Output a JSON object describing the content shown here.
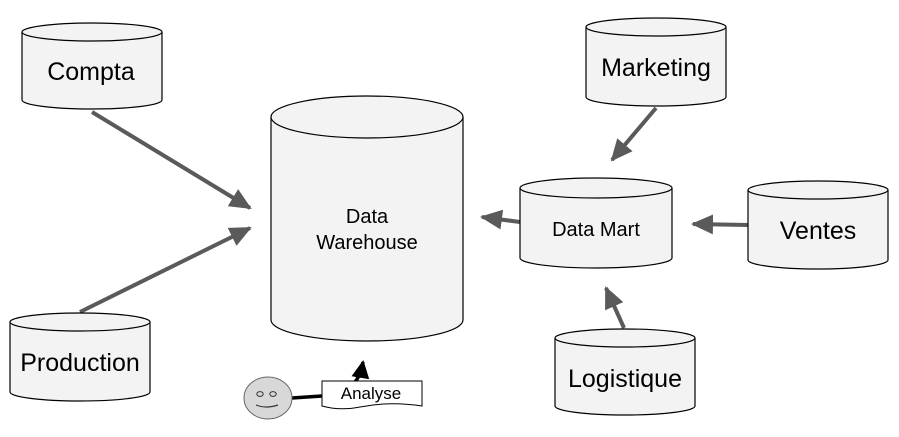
{
  "nodes": {
    "compta": "Compta",
    "production": "Production",
    "warehouse_line1": "Data",
    "warehouse_line2": "Warehouse",
    "marketing": "Marketing",
    "datamart": "Data Mart",
    "ventes": "Ventes",
    "logistique": "Logistique"
  },
  "analysis": {
    "label": "Analyse",
    "actor_icon": "smiley-face-icon"
  },
  "colors": {
    "cylinder_fill": "#f3f3f3",
    "arrow": "#5a5a5a",
    "face": "#d8d8d8"
  }
}
